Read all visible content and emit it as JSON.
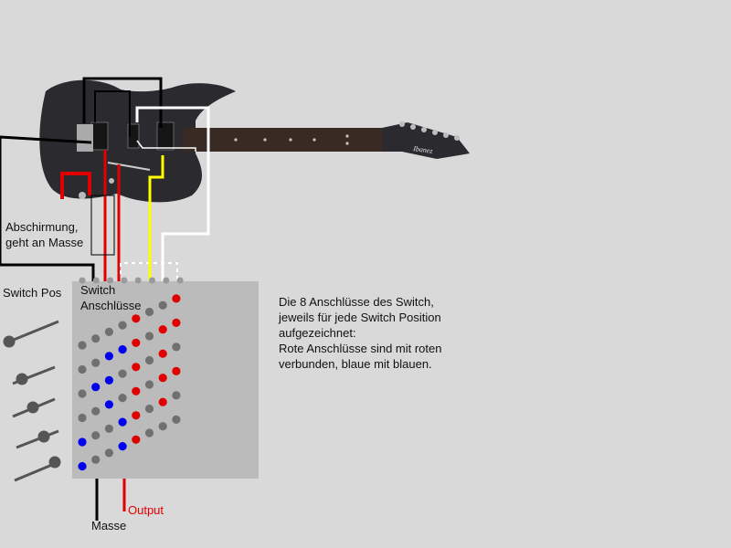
{
  "labels": {
    "shield": [
      "Abschirmung,",
      "geht an Masse"
    ],
    "switch_pos": "Switch Pos",
    "switch_terminals": [
      "Switch",
      "Anschlüsse"
    ],
    "output": "Output",
    "ground": "Masse",
    "headstock_brand": "Ibanez"
  },
  "description": [
    "Die 8 Anschlüsse des Switch,",
    "jeweils für jede Switch Position",
    "aufgezeichnet:",
    "Rote Anschlüsse sind mit roten",
    "verbunden, blaue mit blauen."
  ],
  "switch_matrix": [
    [
      "gray",
      "gray",
      "gray",
      "gray",
      "red",
      "gray",
      "gray",
      "red"
    ],
    [
      "gray",
      "gray",
      "blue",
      "blue",
      "red",
      "gray",
      "red",
      "red"
    ],
    [
      "gray",
      "blue",
      "blue",
      "gray",
      "red",
      "gray",
      "red",
      "gray"
    ],
    [
      "gray",
      "gray",
      "blue",
      "gray",
      "red",
      "gray",
      "red",
      "red"
    ],
    [
      "blue",
      "gray",
      "gray",
      "blue",
      "red",
      "gray",
      "red",
      "gray"
    ],
    [
      "blue",
      "gray",
      "gray",
      "blue",
      "red",
      "gray",
      "gray",
      "gray"
    ]
  ],
  "colors": {
    "background": "#d9d9d9",
    "switch_box": "#bbbbbb",
    "terminal_red": "#e00000",
    "terminal_blue": "#0000ee",
    "terminal_gray": "#707070",
    "wire_black": "#000000",
    "wire_red": "#e00000",
    "wire_white": "#ffffff",
    "wire_yellow": "#ffff00"
  }
}
